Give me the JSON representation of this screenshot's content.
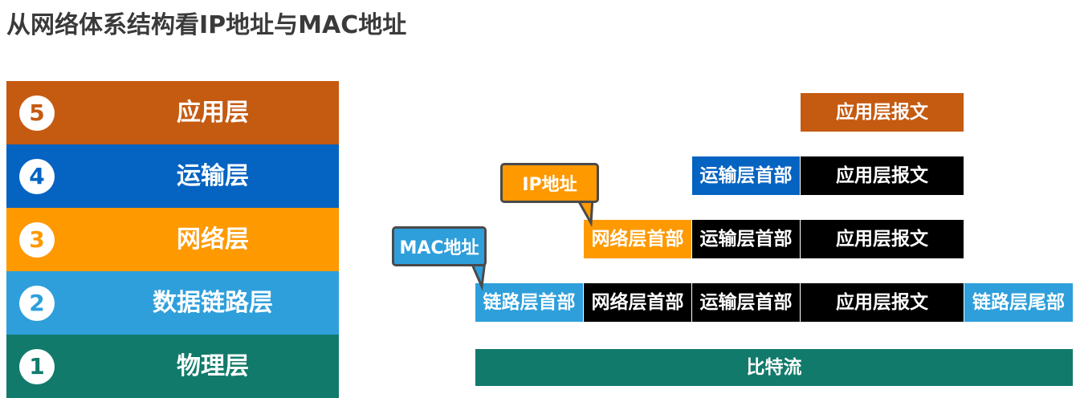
{
  "title": "从网络体系结构看IP地址与MAC地址",
  "layers": [
    {
      "num": "5",
      "name": "应用层",
      "color": "#c55a11"
    },
    {
      "num": "4",
      "name": "运输层",
      "color": "#0563c1"
    },
    {
      "num": "3",
      "name": "网络层",
      "color": "#ff9900"
    },
    {
      "num": "2",
      "name": "数据链路层",
      "color": "#2e9fdb"
    },
    {
      "num": "1",
      "name": "物理层",
      "color": "#127a6b"
    }
  ],
  "pdu": {
    "app_message": "应用层报文",
    "transport_header": "运输层首部",
    "network_header": "网络层首部",
    "link_header": "链路层首部",
    "link_trailer": "链路层尾部",
    "bitstream": "比特流"
  },
  "callouts": {
    "ip": "IP地址",
    "mac": "MAC地址"
  }
}
